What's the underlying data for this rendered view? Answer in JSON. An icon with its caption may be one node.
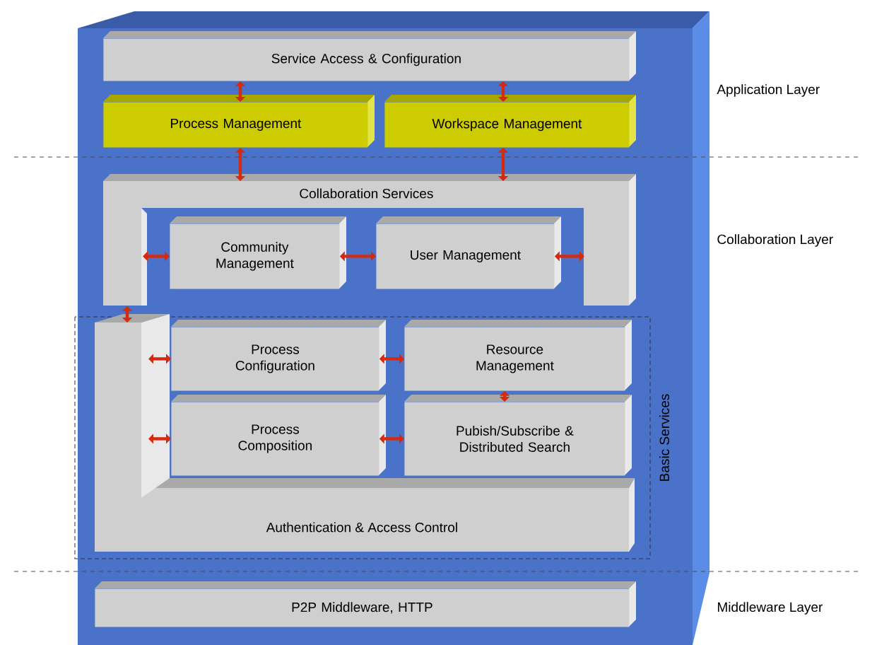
{
  "diagram": {
    "nodes": [
      {
        "text": [
          "Service Access & Configuration"
        ]
      },
      {
        "text": [
          "Process Management"
        ]
      },
      {
        "text": [
          "Workspace Management"
        ]
      },
      {
        "text": [
          "Collaboration Services"
        ]
      },
      {
        "text": [
          "Community Management"
        ],
        "in": 3
      },
      {
        "text": [
          "User Management"
        ],
        "in": 3
      },
      {
        "text": [
          "Basic Services"
        ]
      },
      {
        "text": [
          "Process Configuration"
        ],
        "in": 6
      },
      {
        "text": [
          "Resource Management"
        ],
        "in": 6
      },
      {
        "text": [
          "Process Composition"
        ],
        "in": 6
      },
      {
        "text": [
          "Pubish/Subscribe & Distributed Search"
        ],
        "in": 6
      },
      {
        "text": [
          "Authentication & Access Control"
        ],
        "in": 6
      },
      {
        "text": [
          "P2P Middleware, HTTP"
        ]
      }
    ],
    "edges": [
      {
        "from": 0,
        "to": 1,
        "arrow": "both"
      },
      {
        "from": 0,
        "to": 2,
        "arrow": "both"
      },
      {
        "from": 1,
        "to": 3,
        "arrow": "both"
      },
      {
        "from": 2,
        "to": 3,
        "arrow": "both"
      },
      {
        "from": 3,
        "to": 4,
        "arrow": "both"
      },
      {
        "from": 4,
        "to": 5,
        "arrow": "both"
      },
      {
        "from": 5,
        "to": 3,
        "arrow": "both"
      },
      {
        "from": 3,
        "to": 11,
        "arrow": "both"
      },
      {
        "from": 11,
        "to": 7,
        "arrow": "both"
      },
      {
        "from": 11,
        "to": 9,
        "arrow": "both"
      },
      {
        "from": 7,
        "to": 8,
        "arrow": "both"
      },
      {
        "from": 9,
        "to": 10,
        "arrow": "both"
      },
      {
        "from": 8,
        "to": 10,
        "arrow": "both"
      }
    ],
    "labels": [
      "Application Layer",
      "Collaboration Layer",
      "Middleware Layer"
    ]
  }
}
